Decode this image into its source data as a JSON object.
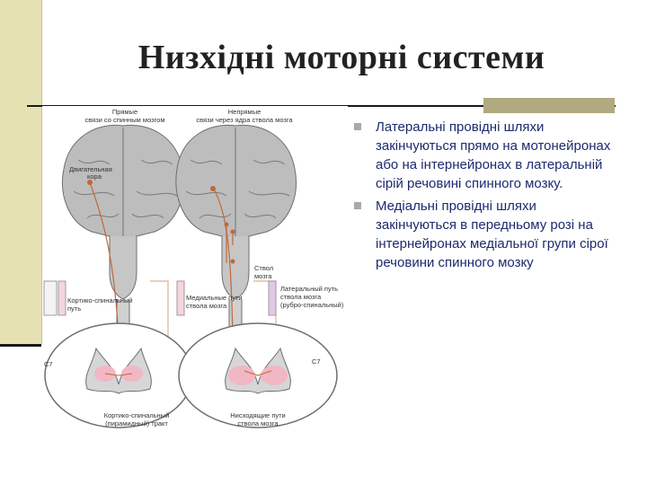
{
  "title": "Низхідні моторні системи",
  "bullets": [
    "Латеральні провідні шляхи закінчуються прямо на мотонейронах або на інтернейронах в латеральній сірій речовині спинного мозку.",
    " Медіальні провідні шляхи закінчуються в  передньому розі на інтернейронах медіальної групи  сірої речовини спинного мозку"
  ],
  "figure": {
    "label_direct_1": "Прямые",
    "label_direct_2": "связи со спинным мозгом",
    "label_indirect_1": "Непрямые",
    "label_indirect_2": "связи через ядра ствола мозга",
    "label_motor_cortex_1": "Двигательная",
    "label_motor_cortex_2": "кора",
    "label_brainstem_1": "Ствол",
    "label_brainstem_2": "мозга",
    "label_corticospinal_path_1": "Кортико-спинальный",
    "label_corticospinal_path_2": "путь",
    "label_medial_paths_1": "Медиальные пути",
    "label_medial_paths_2": "ствола мозга",
    "label_lateral_path_1": "Латеральный путь",
    "label_lateral_path_2": "ствола мозга",
    "label_lateral_path_3": "(рубро-спинальный)",
    "label_c7_left": "C7",
    "label_c7_right": "C7",
    "label_pyramidal_tract_1": "Кортико-спинальный",
    "label_pyramidal_tract_2": "(пирамидный) тракт",
    "label_descending_paths_1": "Нисходящие пути",
    "label_descending_paths_2": "ствола мозга"
  },
  "colors": {
    "sidebar": "#e6e1b3",
    "accent_block": "#b0aa7e",
    "bullet_text": "#1c2a6e",
    "bullet_marker": "#a9a9a9",
    "pathway": "#c0683a",
    "pink": "#f2b7c4"
  },
  "icons": {
    "bullet_marker": "square-bullet-icon"
  }
}
